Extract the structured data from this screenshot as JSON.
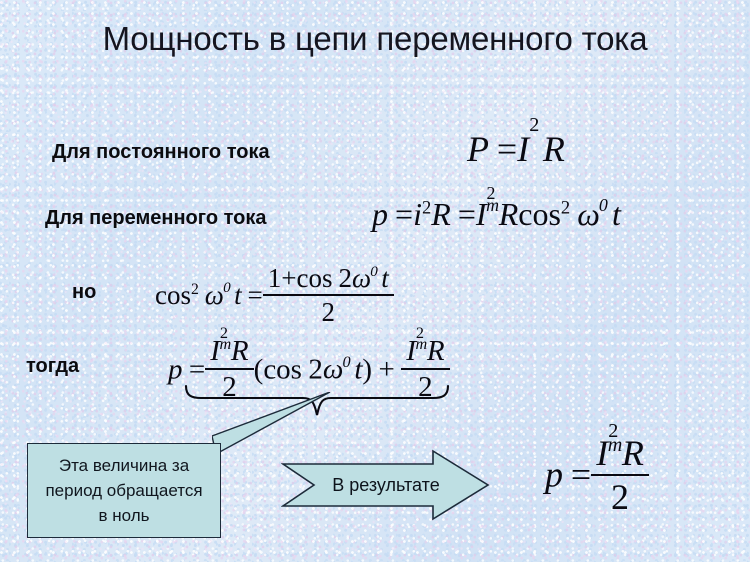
{
  "slide": {
    "title": "Мощность в цепи переменного тока",
    "background_color": "#d9e8f8",
    "text_color": "#15151f"
  },
  "labels": {
    "dc": "Для постоянного тока",
    "ac": "Для переменного тока",
    "but": "но",
    "then": "тогда"
  },
  "equations": {
    "dc": {
      "lhs": "P",
      "eq": "=",
      "current": "I",
      "current_exponent": "2",
      "resistance": "R",
      "plain": "P = I²R"
    },
    "ac": {
      "lhs": "p",
      "eq1": "=",
      "i": "i",
      "i_exponent": "2",
      "R1": "R",
      "eq2": "=",
      "Im": "I",
      "Im_exponent": "2",
      "Im_subscript": "m",
      "R2": "R",
      "fn": "cos",
      "fn_exponent": "2",
      "omega": "ω",
      "omega_subscript": "0",
      "t": "t",
      "plain": "p = i²R = Im²R cos² ω0t"
    },
    "but": {
      "fn": "cos",
      "fn_exponent": "2",
      "omega": "ω",
      "omega_subscript": "0",
      "t": "t",
      "eq": "=",
      "numerator_one": "1",
      "plus": "+",
      "numerator_fn": "cos",
      "numerator_two": "2",
      "numerator_omega": "ω",
      "numerator_omega_subscript": "0",
      "numerator_t": "t",
      "denominator": "2",
      "plain": "cos² ω0t = (1 + cos 2ω0t) / 2"
    },
    "then": {
      "lhs": "p",
      "eq": "=",
      "frac1_num_I": "I",
      "frac1_num_exponent": "2",
      "frac1_num_subscript": "m",
      "frac1_num_R": "R",
      "frac1_den": "2",
      "open_paren": "(",
      "fn": "cos",
      "two": "2",
      "omega": "ω",
      "omega_subscript": "0",
      "t": "t",
      "close_paren": ")",
      "plus": "+",
      "frac2_num_I": "I",
      "frac2_num_exponent": "2",
      "frac2_num_subscript": "m",
      "frac2_num_R": "R",
      "frac2_den": "2",
      "plain": "p = (Im²R/2)(cos 2ω0t) + Im²R/2"
    },
    "result": {
      "lhs": "p",
      "eq": "=",
      "num_I": "I",
      "num_exponent": "2",
      "num_subscript": "m",
      "num_R": "R",
      "den": "2",
      "plain": "p = Im²R / 2"
    }
  },
  "callout": {
    "line1": "Эта величина за",
    "line2": "период обращается",
    "line3": "в ноль",
    "fill_color": "#bedfe3",
    "border_color": "#1d2b3a"
  },
  "result_arrow": {
    "label": "В результате",
    "fill_color": "#bedfe3",
    "border_color": "#1d2b3a"
  },
  "icons": {
    "underbrace": "underbrace-icon",
    "callout_tail": "callout-pointer-icon",
    "arrow": "right-arrow-icon"
  }
}
